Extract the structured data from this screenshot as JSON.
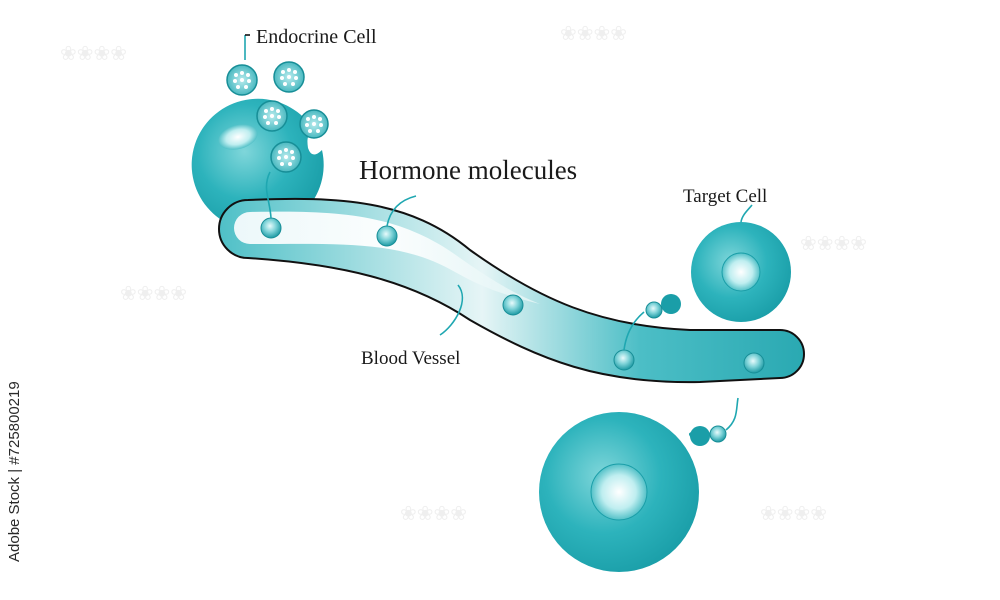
{
  "labels": {
    "endocrine_cell": "Endocrine Cell",
    "hormone_molecules": "Hormone molecules",
    "target_cell": "Target Cell",
    "blood_vessel": "Blood Vessel"
  },
  "watermark": "Adobe Stock | #725800219",
  "colors": {
    "teal": "#1fa7b1",
    "teal_dark": "#13808a",
    "teal_light": "#8fdde1",
    "outline": "#111111"
  }
}
